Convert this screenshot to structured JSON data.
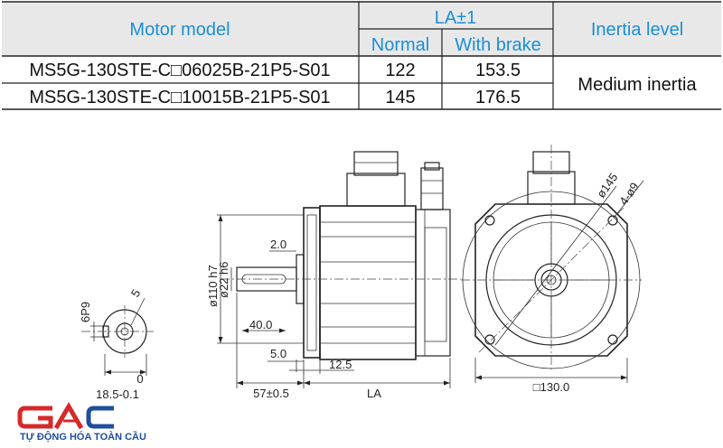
{
  "table": {
    "headers": {
      "motor_model": "Motor model",
      "la": "LA±1",
      "normal": "Normal",
      "with_brake": "With brake",
      "inertia_level": "Inertia level"
    },
    "rows": [
      {
        "model": "MS5G-130STE-C□06025B-21P5-S01",
        "normal": "122",
        "with_brake": "153.5"
      },
      {
        "model": "MS5G-130STE-C□10015B-21P5-S01",
        "normal": "145",
        "with_brake": "176.5"
      }
    ],
    "inertia_value": "Medium inertia"
  },
  "dimensions": {
    "keyway": "6P9",
    "key_radius": "5",
    "shaft_bottom": "0",
    "shaft_depth": "18.5-0.1",
    "step": "2.0",
    "pilot_dia": "ø110 h7",
    "shaft_dia": "ø22 h6",
    "key_length": "40.0",
    "flange_thickness": "5.0",
    "flange_offset": "12.5",
    "shaft_length": "57±0.5",
    "body_length": "LA",
    "pcd": "ø145",
    "holes": "4-ø9",
    "flange_square": "□130.0"
  },
  "logo": {
    "mark": "GAC",
    "tagline": "TỰ ĐỘNG HÓA TOÀN CẦU"
  },
  "colors": {
    "header_blue": "#1a8fd8",
    "logo_red": "#d42a2a",
    "logo_blue": "#1f4e9c"
  }
}
